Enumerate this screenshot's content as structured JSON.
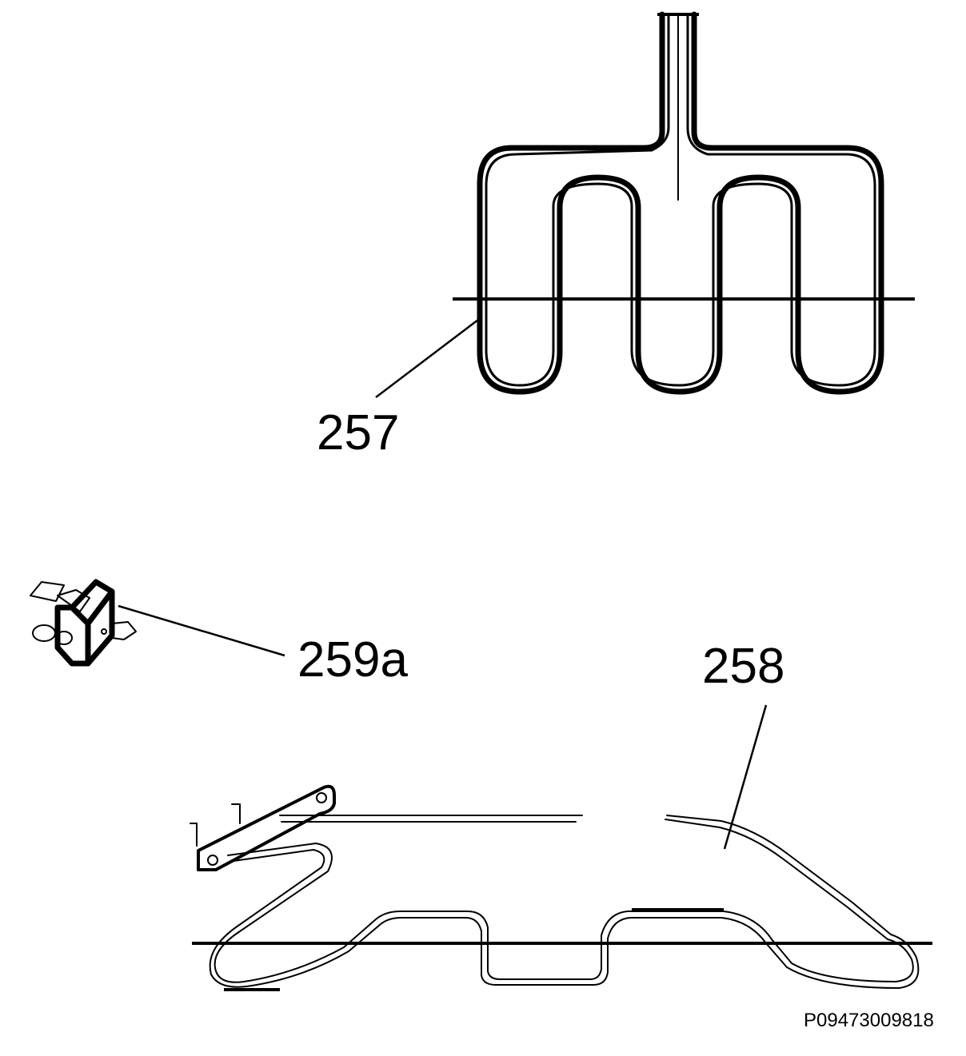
{
  "parts": [
    {
      "id": "257",
      "label": "257",
      "description_icon": "grill-heating-element-icon"
    },
    {
      "id": "259a",
      "label": "259a",
      "description_icon": "thermostat-bracket-icon"
    },
    {
      "id": "258",
      "label": "258",
      "description_icon": "bottom-heating-element-icon"
    }
  ],
  "reference_code": "P09473009818",
  "colors": {
    "line": "#000000",
    "background": "#ffffff"
  }
}
